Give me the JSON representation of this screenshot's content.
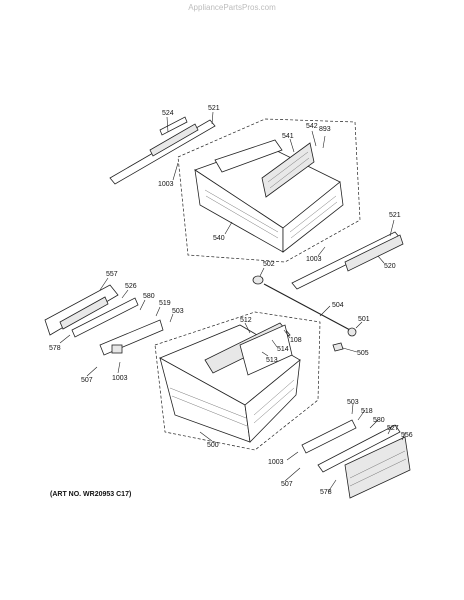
{
  "watermark": "AppliancePartsPros.com",
  "art_no": "(ART NO. WR20953 C17)",
  "callouts": {
    "p524": "524",
    "p521a": "521",
    "p542": "542",
    "p893": "893",
    "p541": "541",
    "p1003a": "1003",
    "p540": "540",
    "p521b": "521",
    "p1003b": "1003",
    "p520": "520",
    "p502": "502",
    "p557": "557",
    "p526": "526",
    "p580a": "580",
    "p519": "519",
    "p503a": "503",
    "p504": "504",
    "p501": "501",
    "p578a": "578",
    "p512": "512",
    "p108": "108",
    "p514": "514",
    "p513": "513",
    "p505": "505",
    "p507a": "507",
    "p1003c": "1003",
    "p500": "500",
    "p503b": "503",
    "p518": "518",
    "p580b": "580",
    "p527": "527",
    "p556": "556",
    "p1003d": "1003",
    "p507b": "507",
    "p578b": "578"
  }
}
